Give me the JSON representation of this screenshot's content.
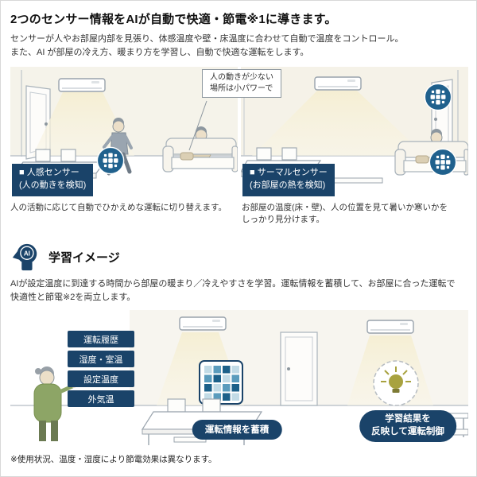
{
  "page": {
    "title": "2つのセンサー情報をAIが自動で快適・節電※1に導きます。",
    "intro": [
      "センサーが人やお部屋内部を見張り、体感温度や壁・床温度に合わせて自動で温度をコントロール。",
      "また、AI が部屋の冷え方、暖まり方を学習し、自動で快適な運転をします。"
    ],
    "footnote": "※使用状況、温度・湿度により節電効果は異なります。"
  },
  "sensors": {
    "motion": {
      "callout_line1": "人の動きが少ない",
      "callout_line2": "場所は小パワーで",
      "label_title": "■ 人感センサー",
      "label_sub": "(人の動きを検知)",
      "caption": "人の活動に応じて自動でひかえめな運転に切り替えます。"
    },
    "thermal": {
      "label_title": "■ サーマルセンサー",
      "label_sub": "(お部屋の熱を検知)",
      "caption_line1": "お部屋の温度(床・壁)、人の位置を見て暑いか寒いかを",
      "caption_line2": "しっかり見分けます。"
    }
  },
  "learning": {
    "icon_label": "AI",
    "heading": "学習イメージ",
    "description": [
      "AIが設定温度に到達する時間から部屋の暖まり／冷えやすさを学習。運転情報を蓄積して、お部屋に合った運転で",
      "快適性と節電※2を両立します。"
    ],
    "chips": [
      "運転履歴",
      "湿度・室温",
      "設定温度",
      "外気温"
    ],
    "accumulate_badge": "運転情報を蓄積",
    "reflect_badge_line1": "学習結果を",
    "reflect_badge_line2": "反映して運転制御"
  },
  "colors": {
    "navy": "#1a4369",
    "sensor_blue": "#20618d",
    "beam_cream": "#f5eed2",
    "bulb_olive": "#a8a23f"
  }
}
